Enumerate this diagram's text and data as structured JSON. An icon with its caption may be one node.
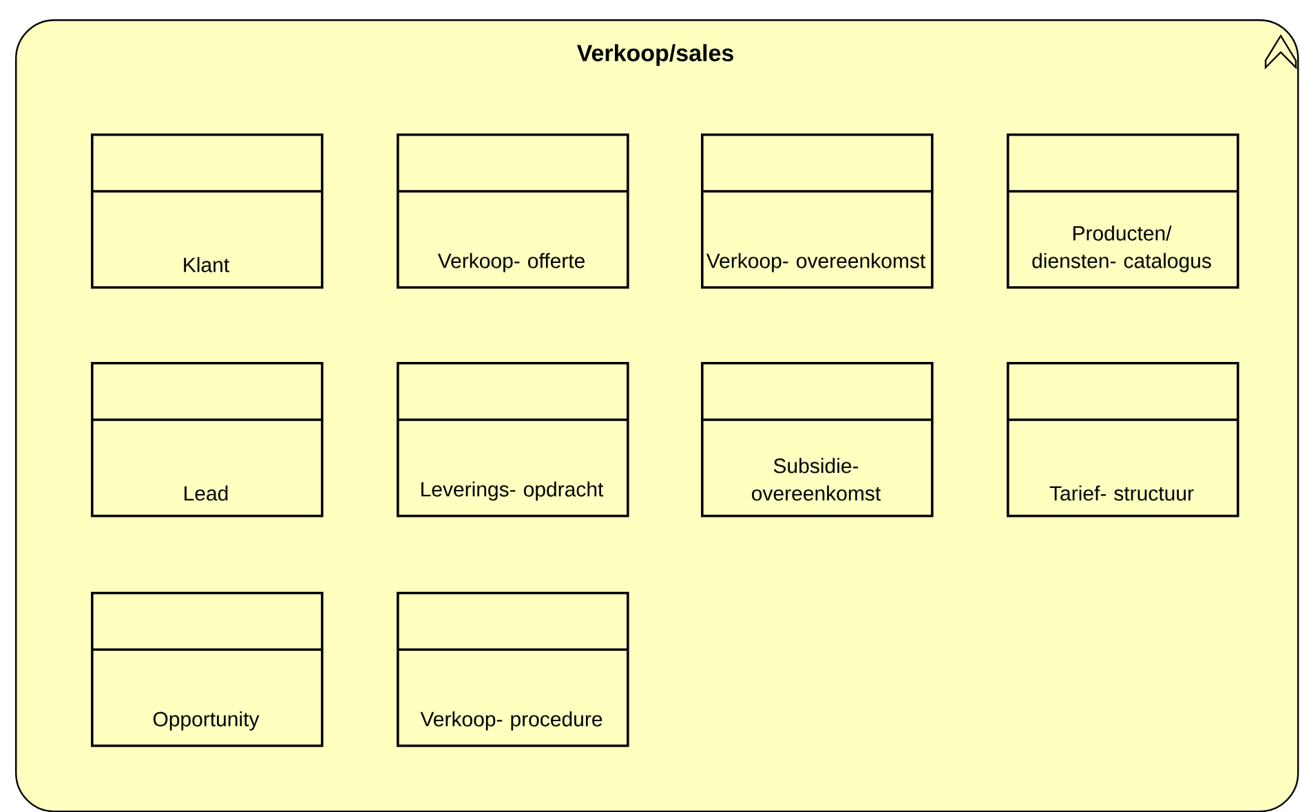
{
  "diagram": {
    "nodes": [
      {
        "text": [
          "Verkoop/sales"
        ]
      },
      {
        "text": [
          "Klant"
        ],
        "in": 0
      },
      {
        "text": [
          "Verkoop- offerte"
        ],
        "in": 0
      },
      {
        "text": [
          "Verkoop- overeenkomst"
        ],
        "in": 0
      },
      {
        "text": [
          "Producten/ diensten- catalogus"
        ],
        "in": 0
      },
      {
        "text": [
          "Lead"
        ],
        "in": 0
      },
      {
        "text": [
          "Leverings- opdracht"
        ],
        "in": 0
      },
      {
        "text": [
          "Subsidie- overeenkomst"
        ],
        "in": 0
      },
      {
        "text": [
          "Tarief- structuur"
        ],
        "in": 0
      },
      {
        "text": [
          "Opportunity"
        ],
        "in": 0
      },
      {
        "text": [
          "Verkoop- procedure"
        ],
        "in": 0
      }
    ],
    "edges": []
  }
}
